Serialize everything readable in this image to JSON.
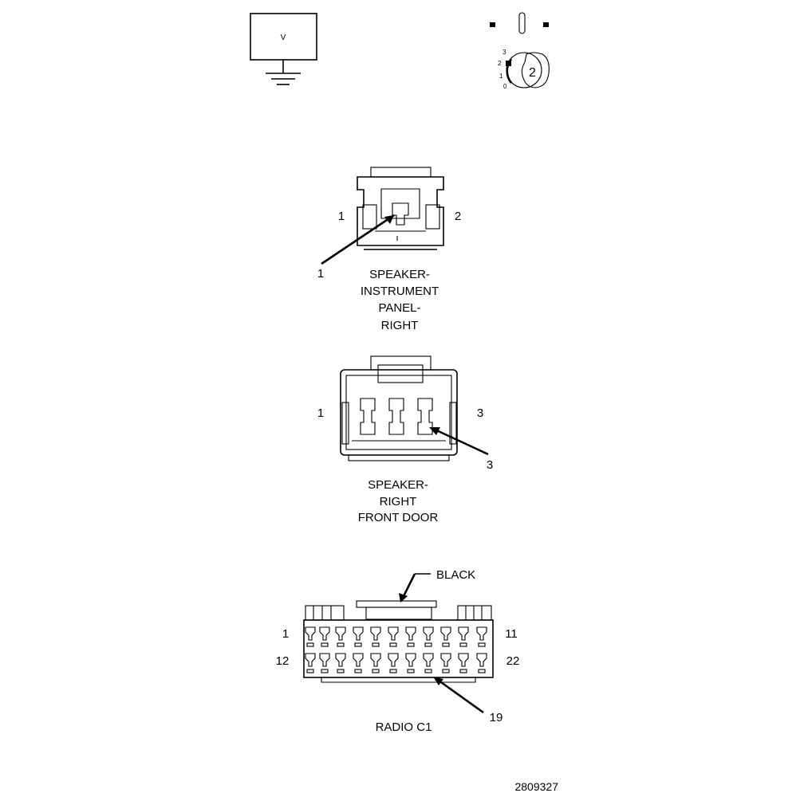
{
  "legend": {
    "voltmeter_label": "V",
    "ignition_position": "2",
    "ignition_scale": [
      "3",
      "2",
      "1",
      "0"
    ]
  },
  "connectors": {
    "speaker_ip_right": {
      "title_lines": [
        "SPEAKER-",
        "INSTRUMENT",
        "PANEL-",
        "RIGHT"
      ],
      "pin_left": "1",
      "pin_right": "2",
      "callout_pin": "1"
    },
    "speaker_rf_door": {
      "title_lines": [
        "SPEAKER-",
        "RIGHT",
        "FRONT DOOR"
      ],
      "pin_left": "1",
      "pin_right": "3",
      "callout_pin": "3"
    },
    "radio_c1": {
      "title": "RADIO C1",
      "color_label": "BLACK",
      "pin_top_left": "1",
      "pin_top_right": "11",
      "pin_bottom_left": "12",
      "pin_bottom_right": "22",
      "callout_pin": "19"
    }
  },
  "figure_number": "2809327"
}
